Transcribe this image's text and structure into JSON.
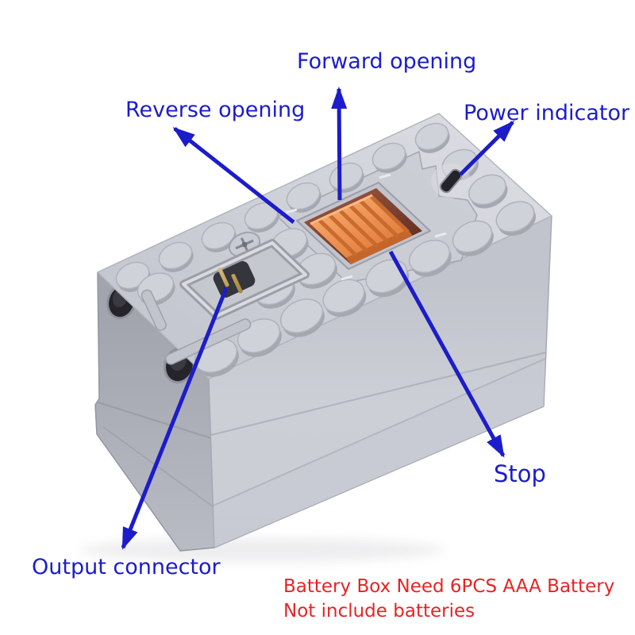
{
  "annotations": {
    "forward": {
      "label": "Forward opening"
    },
    "reverse": {
      "label": "Reverse opening"
    },
    "power": {
      "label": "Power indicator"
    },
    "stop": {
      "label": "Stop"
    },
    "output": {
      "label": "Output connector"
    }
  },
  "note": {
    "line1": "Battery Box Need 6PCS AAA Battery",
    "line2": "Not include batteries"
  },
  "illustration": {
    "subject": "lego-powered-up-battery-box",
    "parts": [
      "switch-orange",
      "power-indicator-slot",
      "output-connector",
      "technic-pin-holes",
      "studs",
      "battery-lid"
    ]
  },
  "colors": {
    "annotation_blue": "#1c1ccb",
    "note_red": "#e62424",
    "switch_orange": "#ef9251",
    "body_gray": "#c9cbd4"
  }
}
